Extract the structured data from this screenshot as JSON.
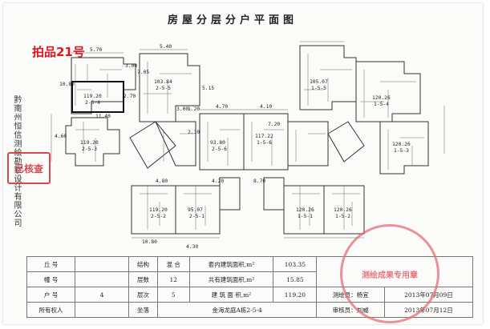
{
  "title": "房屋分层分户平面图",
  "tag": "拍品21号",
  "side_text": "黔南州恒信测绘勘察设计有限公司",
  "stamp_left": "已核查",
  "seal_text": "测绘成果专用章",
  "units": [
    {
      "area": "119.20",
      "id": "2-5-4"
    },
    {
      "area": "103.84",
      "id": "2-5-5"
    },
    {
      "area": "119.20",
      "id": "2-5-3"
    },
    {
      "area": "93.80",
      "id": "2-5-6"
    },
    {
      "area": "119.20",
      "id": "2-5-2"
    },
    {
      "area": "95.07",
      "id": "2-5-1"
    },
    {
      "area": "105.07",
      "id": "1-5-5"
    },
    {
      "area": "120.26",
      "id": "1-5-4"
    },
    {
      "area": "117.22",
      "id": "1-5-6"
    },
    {
      "area": "120.26",
      "id": "1-5-3"
    },
    {
      "area": "120.26",
      "id": "1-5-1"
    },
    {
      "area": "120.26",
      "id": "1-5-2"
    }
  ],
  "dims": [
    "5.70",
    "10.80",
    "3.00",
    "5.40",
    "7.05",
    "4.60",
    "11.40",
    "4.70",
    "5.15",
    "1.20",
    "3.00",
    "2.70",
    "4.10",
    "7.20",
    "4.80",
    "2.10",
    "10.80",
    "4.20",
    "8.70",
    "4.30"
  ],
  "table": {
    "r1": [
      "丘 号",
      "",
      "结构",
      "混 合",
      "套内建筑面积,m²",
      "103.35"
    ],
    "r2": [
      "幢 号",
      "",
      "层数",
      "12",
      "共有建筑面积,m²",
      "15.85"
    ],
    "r3": [
      "户 号",
      "4",
      "层次",
      "5",
      "建 筑 面 积,m²",
      "119.20"
    ],
    "r4": [
      "所有权人",
      "",
      "坐落",
      "金海龙庭A栋2-5-4"
    ],
    "surveyor_label": "测绘员：杨宜",
    "surveyor_date": "2013年07月09日",
    "checker_label": "审核员：刘威",
    "checker_date": "2013年07月12日"
  }
}
